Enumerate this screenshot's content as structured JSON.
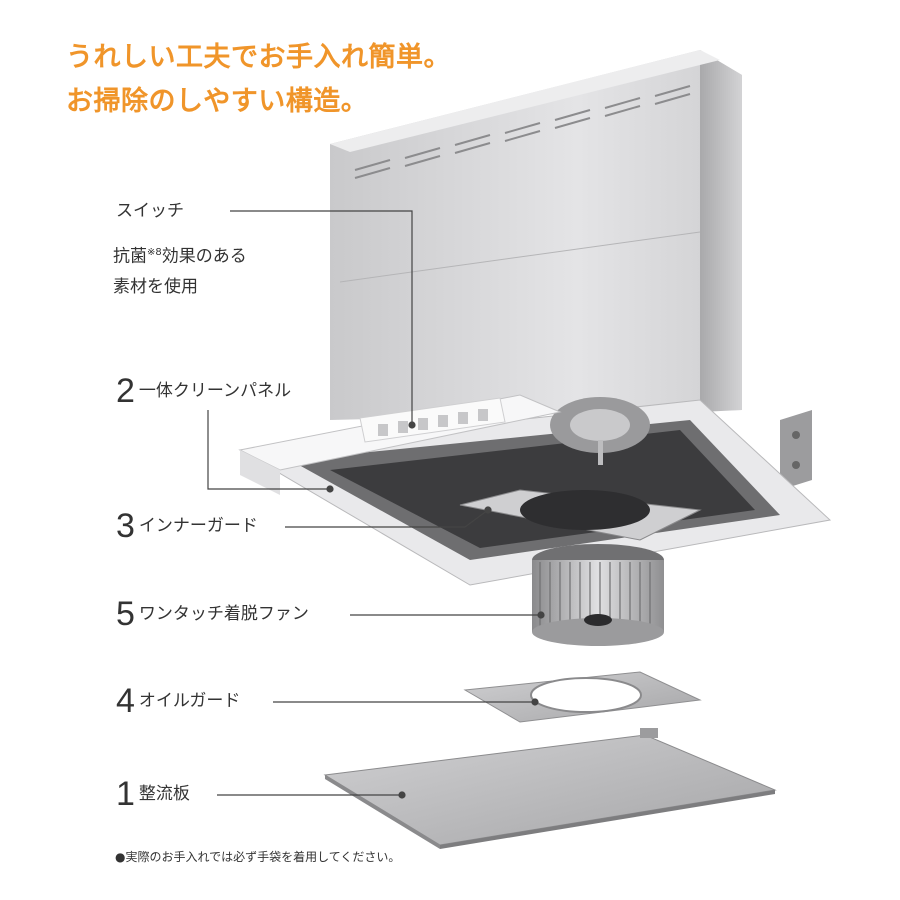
{
  "headline": {
    "line1": "うれしい工夫でお手入れ簡単。",
    "line2": "お掃除のしやすい構造。"
  },
  "labels": {
    "switch": {
      "title": "スイッチ",
      "desc_part1": "抗菌",
      "desc_ref": "※8",
      "desc_part2": "効果のある",
      "desc_line2": "素材を使用"
    },
    "panel": {
      "number": "2",
      "text": "一体クリーンパネル"
    },
    "inner_guard": {
      "number": "3",
      "text": "インナーガード"
    },
    "fan": {
      "number": "5",
      "text": "ワンタッチ着脱ファン"
    },
    "oil_guard": {
      "number": "4",
      "text": "オイルガード"
    },
    "rectifier": {
      "number": "1",
      "text": "整流板"
    }
  },
  "footnote": "●実際のお手入れでは必ず手袋を着用してください。",
  "colors": {
    "headline": "#f0952a",
    "text": "#333333",
    "leader": "#444444"
  }
}
